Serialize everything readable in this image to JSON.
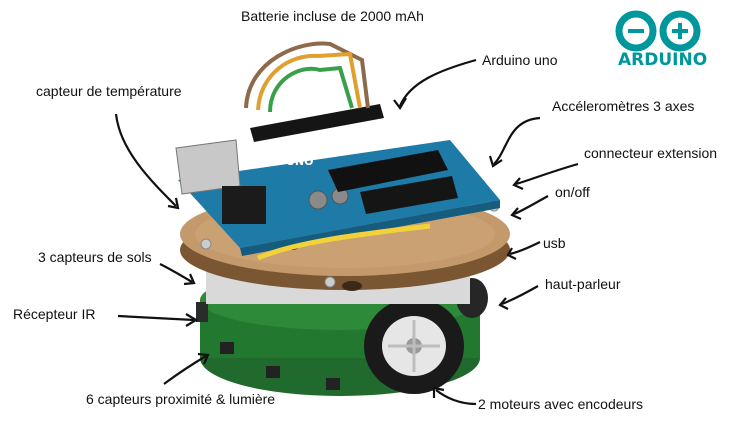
{
  "labels": {
    "battery": "Batterie incluse de 2000 mAh",
    "arduino_uno": "Arduino uno",
    "temperature": "capteur de température",
    "accelerometer": "Accéleromètres 3 axes",
    "extension": "connecteur extension",
    "onoff": "on/off",
    "usb": "usb",
    "floor_sensors": "3 capteurs de sols",
    "speaker": "haut-parleur",
    "ir_receiver": "Récepteur IR",
    "proximity": "6 capteurs proximité & lumière",
    "motors": "2 moteurs avec encodeurs"
  },
  "logo": {
    "text": "ARDUINO",
    "color": "#00979c"
  },
  "board": {
    "uno_text": "UNO"
  }
}
